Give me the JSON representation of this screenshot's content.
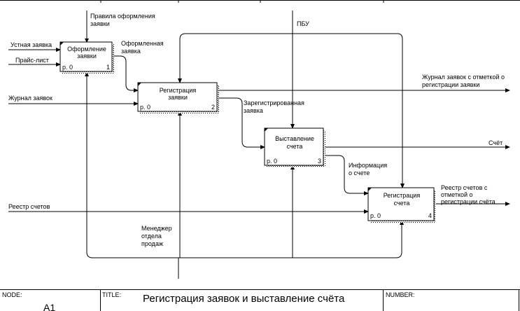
{
  "diagram": {
    "boxes": [
      {
        "id": "box-1",
        "label": [
          "Оформление",
          "заявки"
        ],
        "cost": "р. 0",
        "number": "1"
      },
      {
        "id": "box-2",
        "label": [
          "Регистрация",
          "заявки"
        ],
        "cost": "р. 0",
        "number": "2"
      },
      {
        "id": "box-3",
        "label": [
          "Выставление",
          "счета"
        ],
        "cost": "р. 0",
        "number": "3"
      },
      {
        "id": "box-4",
        "label": [
          "Регистрация",
          "счета"
        ],
        "cost": "р. 0",
        "number": "4"
      }
    ],
    "arrow_labels": {
      "pravila": [
        "Правила оформления",
        "заявки"
      ],
      "pbu": "ПБУ",
      "ustnaya": "Устная заявка",
      "prays": "Прайс-лист",
      "oformlennaya": [
        "Оформленная",
        "заявка"
      ],
      "zhurnal_in": "Журнал заявок",
      "zhurnal_out": [
        "Журнал заявок с отметкой о",
        "регистрации заявки"
      ],
      "zaregistr": [
        "Зарегистрированная",
        "заявка"
      ],
      "schet": "Счёт",
      "informaciya": [
        "Информация",
        "о счете"
      ],
      "reestr_in": "Реестр счетов",
      "reestr_out": [
        "Реестр счетов с",
        "отметкой о",
        "регистрации счёта"
      ],
      "menedzher": [
        "Менеджер",
        "отдела",
        "продаж"
      ]
    }
  },
  "footer": {
    "node_label": "NODE:",
    "node_value": "А1",
    "title_label": "TITLE:",
    "title_value": "Регистрация заявок и выставление счёта",
    "number_label": "NUMBER:"
  }
}
